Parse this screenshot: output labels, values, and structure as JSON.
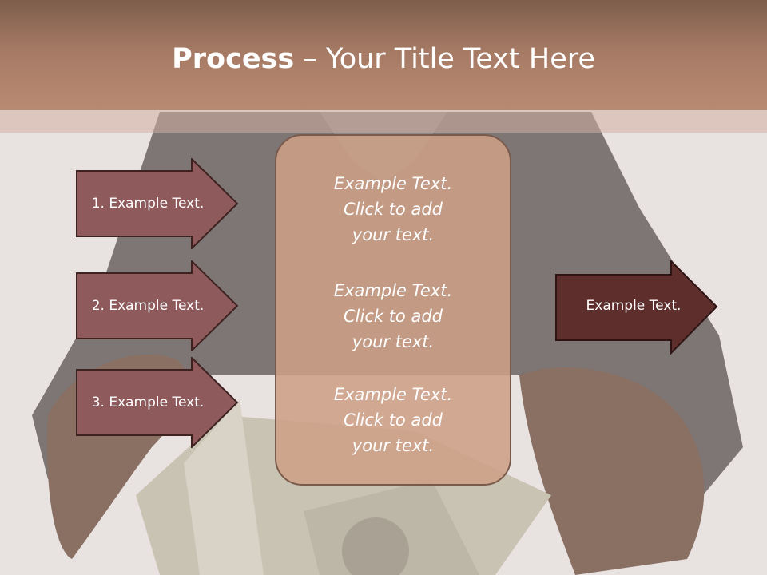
{
  "title": {
    "bold": "Process",
    "dash": " – ",
    "rest": "Your Title Text Here"
  },
  "left_arrows": [
    {
      "label": "1. Example Text."
    },
    {
      "label": "2. Example Text."
    },
    {
      "label": "3. Example Text."
    }
  ],
  "center_box": {
    "blocks": [
      {
        "line1": "Example Text.",
        "line2": "Click  to add",
        "line3": "your text."
      },
      {
        "line1": "Example Text.",
        "line2": "Click  to add",
        "line3": "your text."
      },
      {
        "line1": "Example Text.",
        "line2": "Click  to add",
        "line3": "your text."
      }
    ]
  },
  "right_arrow": {
    "label": "Example Text."
  },
  "colors": {
    "title_band": "#a57a64",
    "left_arrow_fill": "#8e5a5c",
    "right_arrow_fill": "#5e2e2c",
    "center_box_fill": "#cda087"
  }
}
